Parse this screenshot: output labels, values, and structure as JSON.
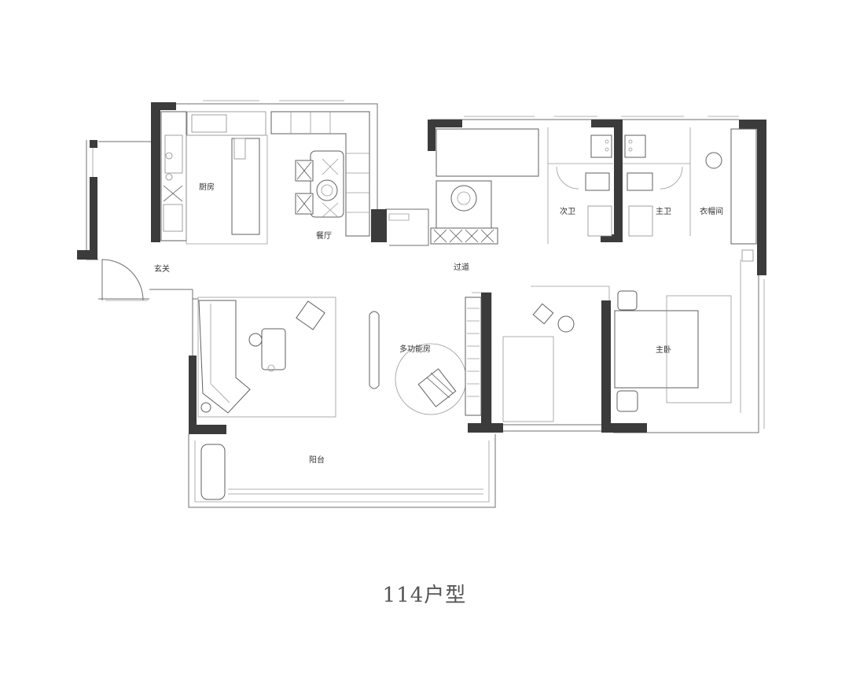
{
  "rooms": {
    "kitchen": "厨房",
    "dining": "餐厅",
    "entrance": "玄关",
    "corridor": "过道",
    "second_bath": "次卫",
    "master_bath": "主卫",
    "cloakroom": "衣帽间",
    "multifunction": "多功能房",
    "master_bedroom": "主卧",
    "balcony": "阳台"
  },
  "caption": "114户型",
  "colors": {
    "wall": "#3b3b3b",
    "line": "#6f6f6f",
    "caption_text": "#555555"
  }
}
